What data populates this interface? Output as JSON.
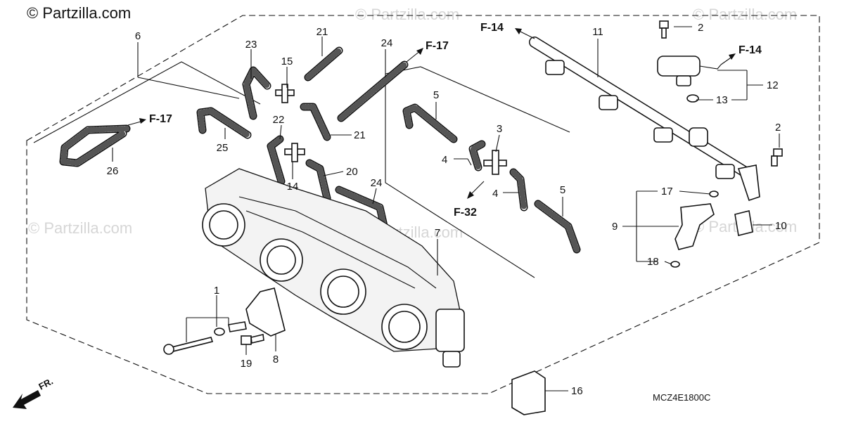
{
  "watermark": {
    "main": "© Partzilla.com",
    "faint": "© Partzilla.com"
  },
  "diagram_code": "MCZ4E1800C",
  "direction_label": "FR.",
  "references": {
    "f17_left": "F-17",
    "f17_top": "F-17",
    "f14_left": "F-14",
    "f14_right": "F-14",
    "f32": "F-32"
  },
  "callouts": {
    "c1": "1",
    "c2a": "2",
    "c2b": "2",
    "c3": "3",
    "c4a": "4",
    "c4b": "4",
    "c5a": "5",
    "c5b": "5",
    "c6": "6",
    "c7": "7",
    "c8": "8",
    "c9": "9",
    "c10": "10",
    "c11": "11",
    "c12": "12",
    "c13": "13",
    "c14": "14",
    "c15": "15",
    "c16": "16",
    "c17": "17",
    "c18": "18",
    "c19": "19",
    "c20": "20",
    "c21a": "21",
    "c21b": "21",
    "c22": "22",
    "c23": "23",
    "c24a": "24",
    "c24b": "24",
    "c25": "25",
    "c26": "26"
  },
  "icons": {
    "direction_arrow": "fr-arrow-icon",
    "copyright": "copyright-icon"
  }
}
